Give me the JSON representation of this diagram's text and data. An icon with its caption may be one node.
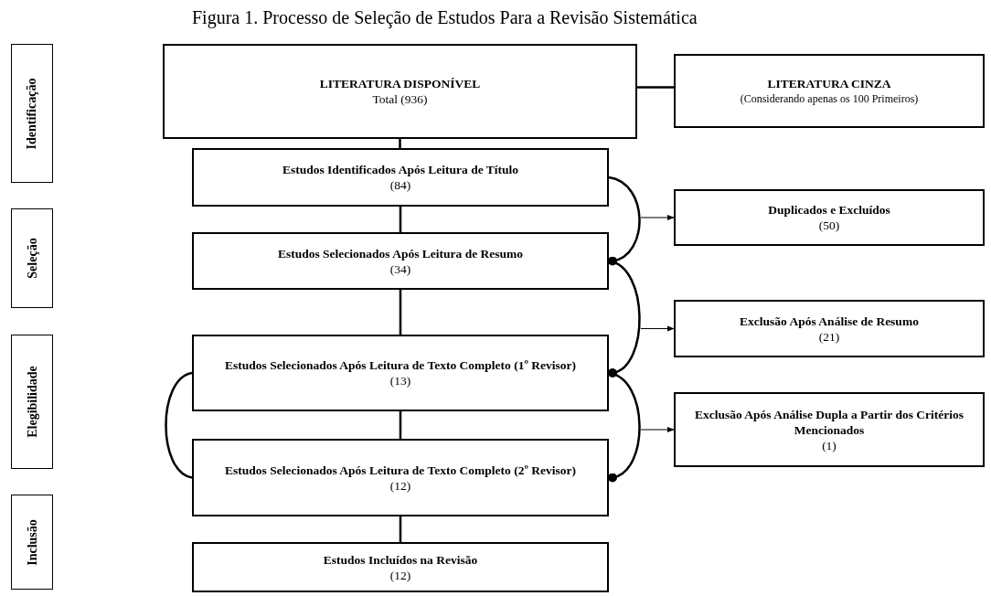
{
  "diagram": {
    "title": "Figura 1. Processo de Seleção de Estudos Para a Revisão Sistemática",
    "nodes": [
      {
        "text": [
          "Identificação"
        ]
      },
      {
        "text": [
          "Seleção"
        ]
      },
      {
        "text": [
          "Elegibilidade"
        ]
      },
      {
        "text": [
          "Inclusão"
        ]
      },
      {
        "text": [
          "LITERATURA DISPONÍVEL",
          "Total (936)"
        ]
      },
      {
        "text": [
          "LITERATURA CINZA",
          "(Considerando apenas os 100 Primeiros)"
        ]
      },
      {
        "text": [
          "Estudos Identificados Após Leitura de Título",
          "(84)"
        ]
      },
      {
        "text": [
          "Duplicados e Excluídos",
          "(50)"
        ]
      },
      {
        "text": [
          "Estudos Selecionados Após Leitura de Resumo",
          "(34)"
        ]
      },
      {
        "text": [
          "Exclusão Após Análise de Resumo",
          "(21)"
        ]
      },
      {
        "text": [
          "Estudos Selecionados Após Leitura de Texto Completo (1º Revisor)",
          "(13)"
        ]
      },
      {
        "text": [
          "Exclusão Após Análise Dupla a Partir dos Critérios Mencionados",
          "(1)"
        ]
      },
      {
        "text": [
          "Estudos Selecionados Após Leitura de Texto Completo (2º Revisor)",
          "(12)"
        ]
      },
      {
        "text": [
          "Estudos Incluídos na Revisão",
          "(12)"
        ]
      }
    ],
    "edges": [
      {
        "from": 4,
        "to": 5,
        "arrow": "none"
      },
      {
        "from": 4,
        "to": 6,
        "arrow": "none"
      },
      {
        "from": 6,
        "to": 8,
        "arrow": "none"
      },
      {
        "from": 8,
        "to": 10,
        "arrow": "none"
      },
      {
        "from": 10,
        "to": 12,
        "arrow": "none"
      },
      {
        "from": 12,
        "to": 13,
        "arrow": "none"
      },
      {
        "from": 6,
        "to": 8,
        "arrow": "other"
      },
      {
        "from": 8,
        "to": 10,
        "arrow": "other"
      },
      {
        "from": 10,
        "to": 12,
        "arrow": "other"
      },
      {
        "from": null,
        "to": 7,
        "arrow": "to"
      },
      {
        "from": null,
        "to": 9,
        "arrow": "to"
      },
      {
        "from": null,
        "to": 11,
        "arrow": "to"
      },
      {
        "from": 10,
        "to": 12,
        "arrow": "none"
      }
    ]
  }
}
